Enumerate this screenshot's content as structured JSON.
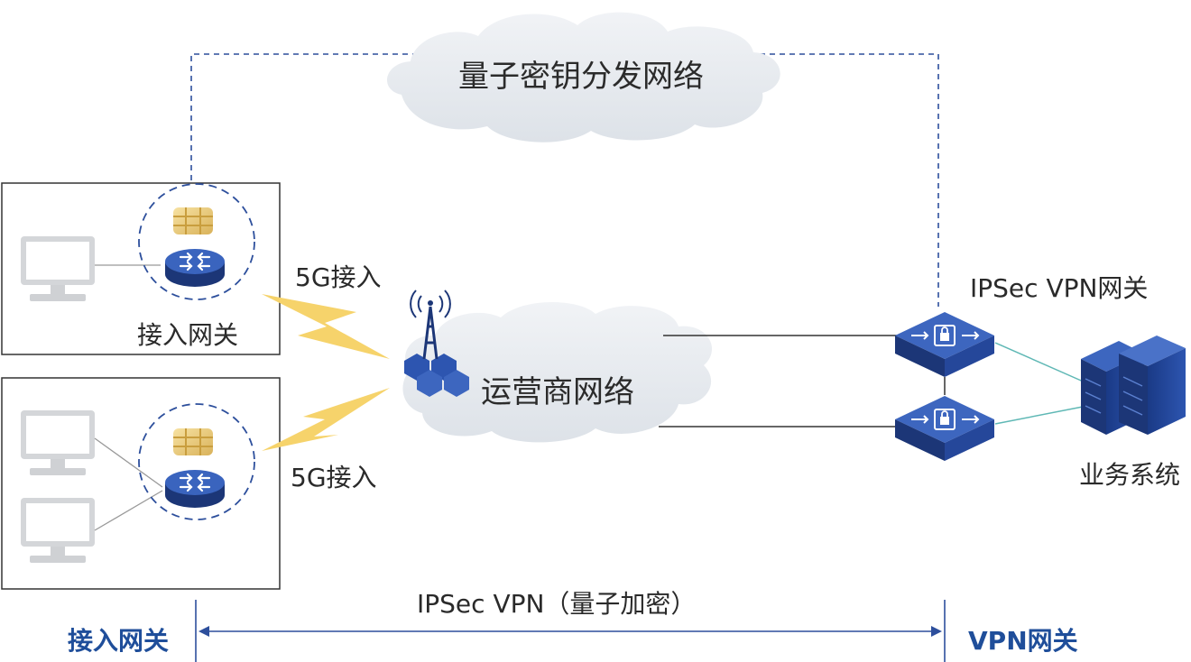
{
  "clouds": {
    "qkd_label": "量子密钥分发网络",
    "carrier_label": "运营商网络"
  },
  "access": {
    "gateway_label": "接入网关",
    "link_label_top": "5G接入",
    "link_label_bottom": "5G接入"
  },
  "vpn": {
    "gateway_label": "IPSec VPN网关",
    "business_label": "业务系统",
    "tunnel_label": "IPSec VPN（量子加密）"
  },
  "legend": {
    "left_label": "接入网关",
    "right_label": "VPN网关"
  },
  "colors": {
    "device_blue": "#2d4f9c",
    "device_dark": "#1c3677",
    "cloud_fill": "#e6eaef",
    "lightning": "#f6d36b",
    "dashed": "#2d4f9c",
    "teal_line": "#5fb8b5",
    "label_blue": "#1f4e9a"
  },
  "icons": [
    "monitor-icon",
    "sim-card-icon",
    "router-icon",
    "cell-tower-icon",
    "vpn-gateway-icon",
    "server-icon",
    "lightning-icon",
    "cloud-icon"
  ]
}
